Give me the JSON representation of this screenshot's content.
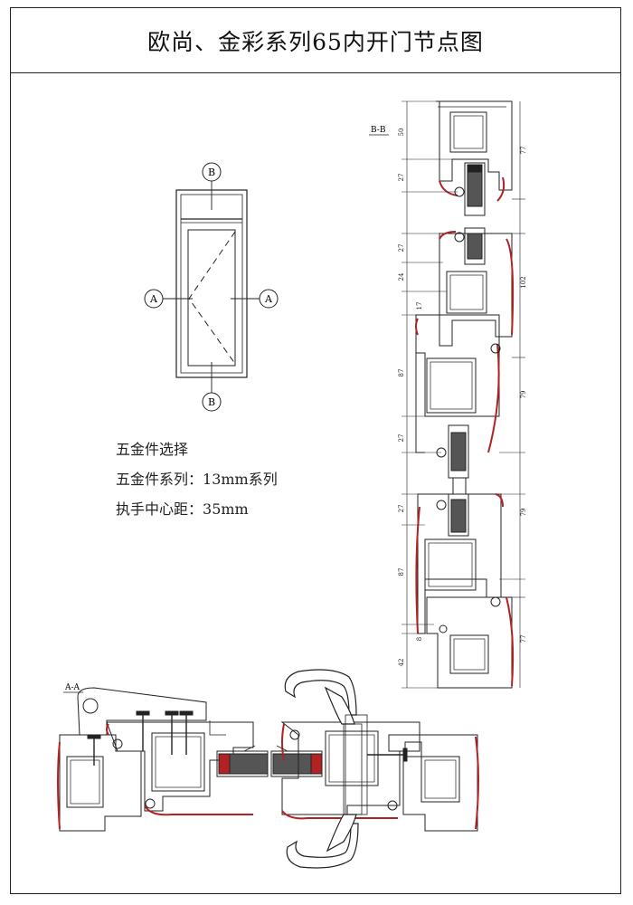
{
  "title": "欧尚、金彩系列65内开门节点图",
  "elevation": {
    "section_marks": {
      "top": "B",
      "bottom": "B",
      "left": "A",
      "right": "A"
    }
  },
  "hardware": {
    "heading": "五金件选择",
    "series_label": "五金件系列：",
    "series_value": "13mm系列",
    "handle_label": "执手中心距：",
    "handle_value": "35mm"
  },
  "section_bb": {
    "label": "B-B",
    "left_dims": [
      "50",
      "27",
      "27",
      "24",
      "17",
      "87",
      "27",
      "27",
      "87",
      "8",
      "42"
    ],
    "right_dims": [
      "77",
      "102",
      "79",
      "79",
      "77"
    ]
  },
  "section_aa": {
    "label": "A-A"
  },
  "colors": {
    "line": "#222222",
    "gasket": "#b22222",
    "glass_fill": "#555555"
  }
}
